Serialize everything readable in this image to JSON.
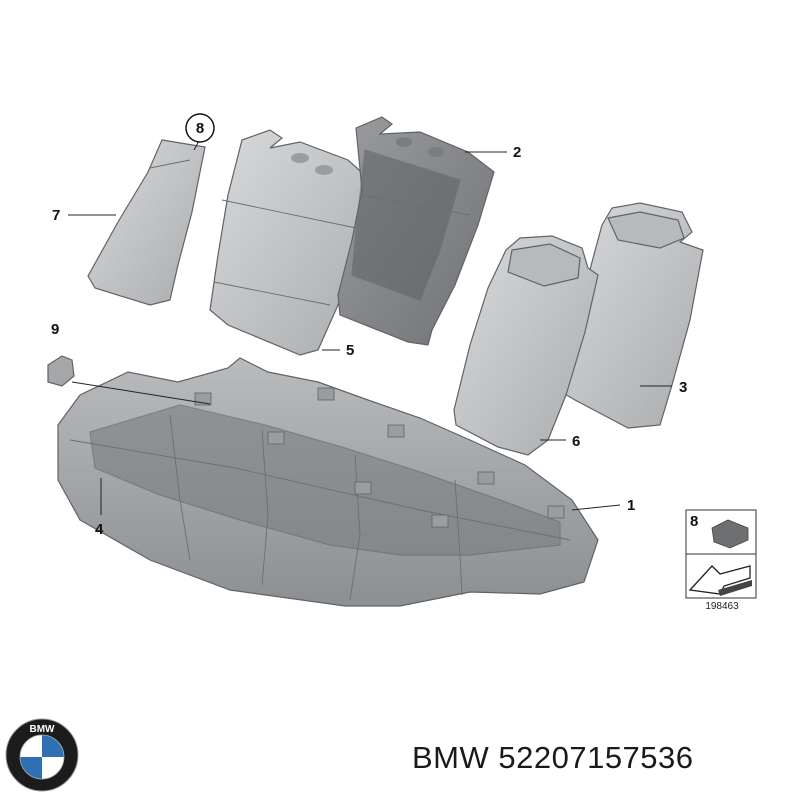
{
  "callouts": [
    {
      "id": "c1",
      "label": "1"
    },
    {
      "id": "c2",
      "label": "2"
    },
    {
      "id": "c3",
      "label": "3"
    },
    {
      "id": "c4",
      "label": "4"
    },
    {
      "id": "c5",
      "label": "5"
    },
    {
      "id": "c6",
      "label": "6"
    },
    {
      "id": "c7",
      "label": "7"
    },
    {
      "id": "c8",
      "label": "8"
    },
    {
      "id": "c9",
      "label": "9"
    }
  ],
  "inset": {
    "label": "8"
  },
  "reference_number": "198463",
  "footer": {
    "brand": "BMW",
    "part_number": "52207157536",
    "full_text": "BMW 52207157536"
  },
  "logo": {
    "letters": "BMW",
    "colors": {
      "ring": "#1c1c1c",
      "blue": "#2f6fb5",
      "white": "#ffffff"
    }
  },
  "colors": {
    "part_fill": "#c8c9ca",
    "part_dark": "#8a8d90",
    "inset_fill": "#6d6f71"
  }
}
